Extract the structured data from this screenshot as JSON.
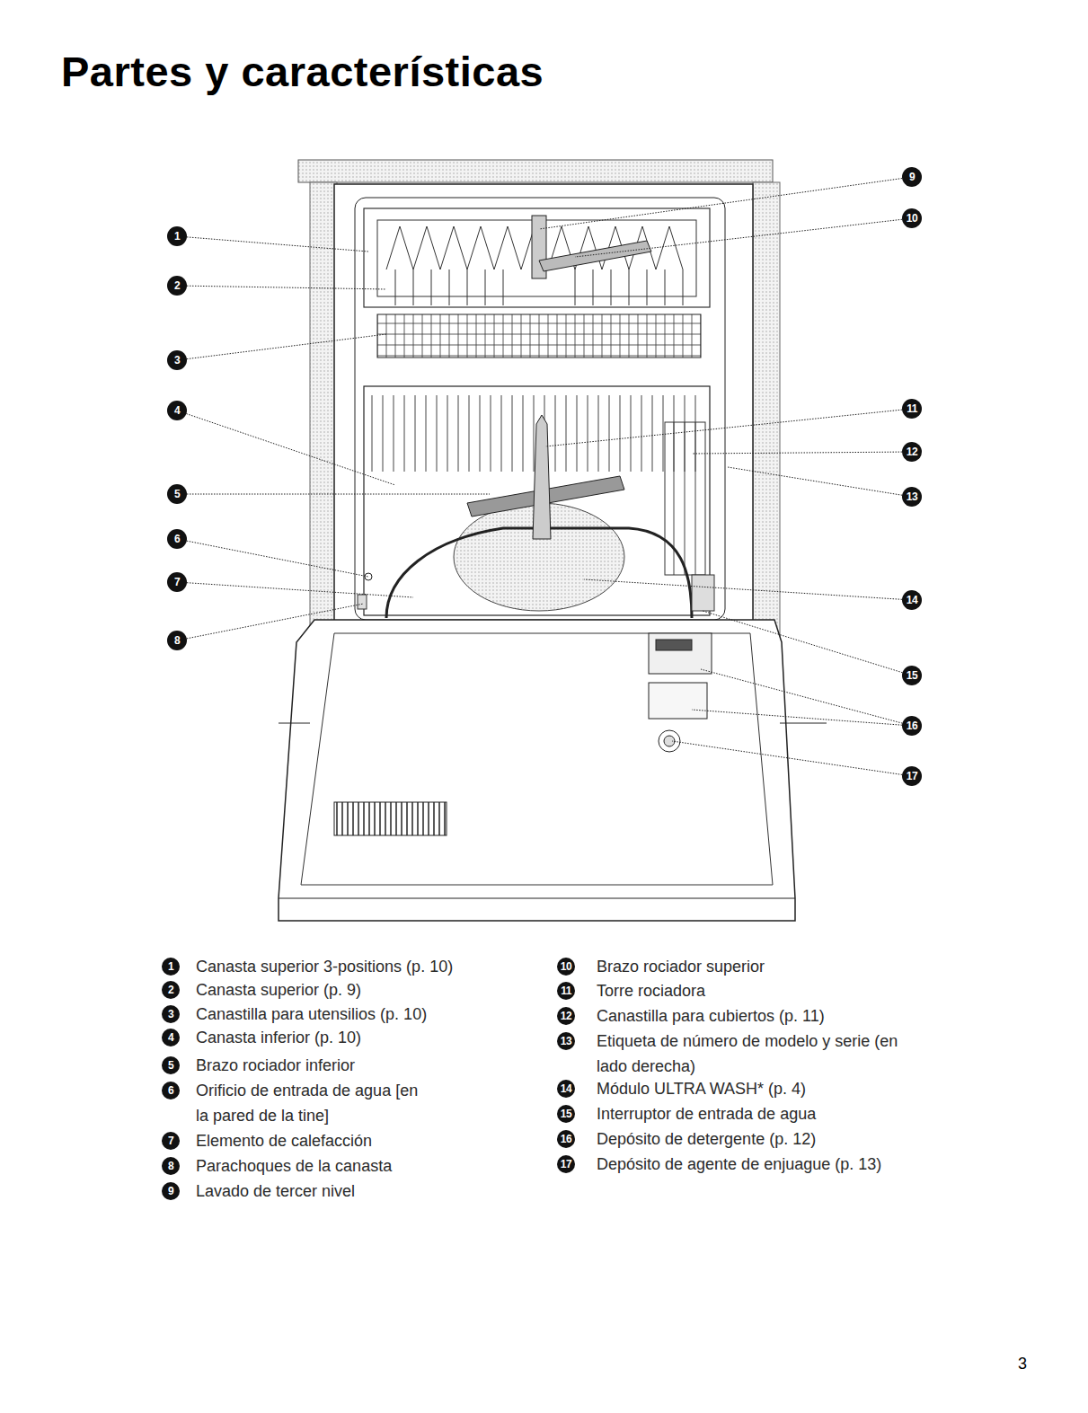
{
  "diagram": {
    "title": "Partes y características",
    "labels": [
      "1",
      "2",
      "3",
      "4",
      "5",
      "6",
      "7",
      "8",
      "9",
      "10",
      "11",
      "12",
      "13",
      "14",
      "15",
      "16",
      "17",
      "1",
      "Canasta superior 3-positions (p. 10)",
      "2",
      "Canasta superior (p. 9)",
      "3",
      "Canastilla para utensilios (p. 10)",
      "4",
      "Canasta inferior (p. 10)",
      "5",
      "Brazo rociador inferior",
      "6",
      "Orificio de entrada de agua [en la pared de la tine]",
      "7",
      "Elemento de calefacción",
      "8",
      "Parachoques de la canasta",
      "9",
      "Lavado de tercer nivel",
      "10",
      "Brazo rociador superior",
      "11",
      "Torre rociadora",
      "12",
      "Canastilla para cubiertos (p. 11)",
      "13",
      "Etiqueta de número de modelo y serie (en lado derecha)",
      "14",
      "Módulo ULTRA WASH* (p. 4)",
      "15",
      "Interruptor de entrada de agua",
      "16",
      "Depósito de detergente (p. 12)",
      "17",
      "Depósito de agente de enjuague (p. 13)",
      "3"
    ]
  }
}
